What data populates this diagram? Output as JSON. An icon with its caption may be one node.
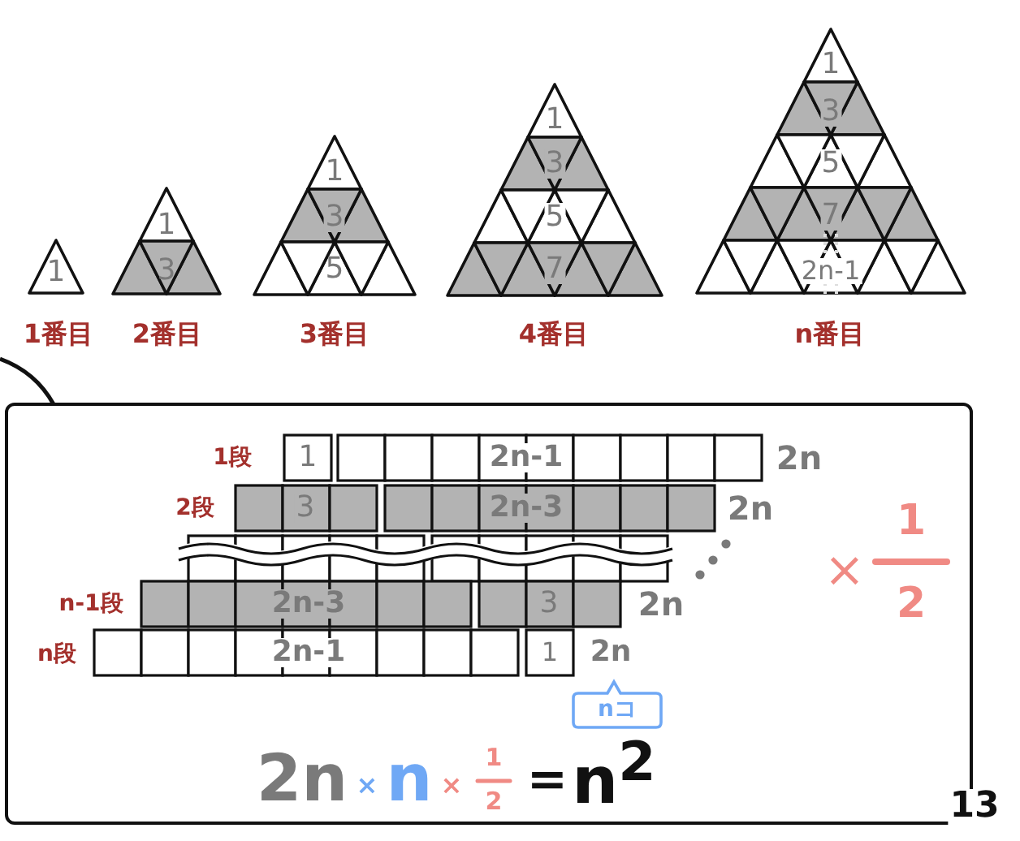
{
  "diagram": {
    "labels": [
      "1",
      "1",
      "3",
      "1",
      "3",
      "5",
      "1",
      "3",
      "5",
      "7",
      "1",
      "3",
      "5",
      "7",
      "2n-1",
      "1番目",
      "2番目",
      "3番目",
      "4番目",
      "n番目",
      "1段",
      "1",
      "2n-1",
      "2n",
      "2段",
      "3",
      "2n-3",
      "2n",
      "n-1段",
      "2n-3",
      "3",
      "2n",
      "n段",
      "2n-1",
      "1",
      "2n",
      "nコ",
      "×",
      "1",
      "2",
      "2n",
      "×",
      "n",
      "×",
      "1",
      "2",
      "=",
      "n$^{2}$",
      "13"
    ]
  }
}
